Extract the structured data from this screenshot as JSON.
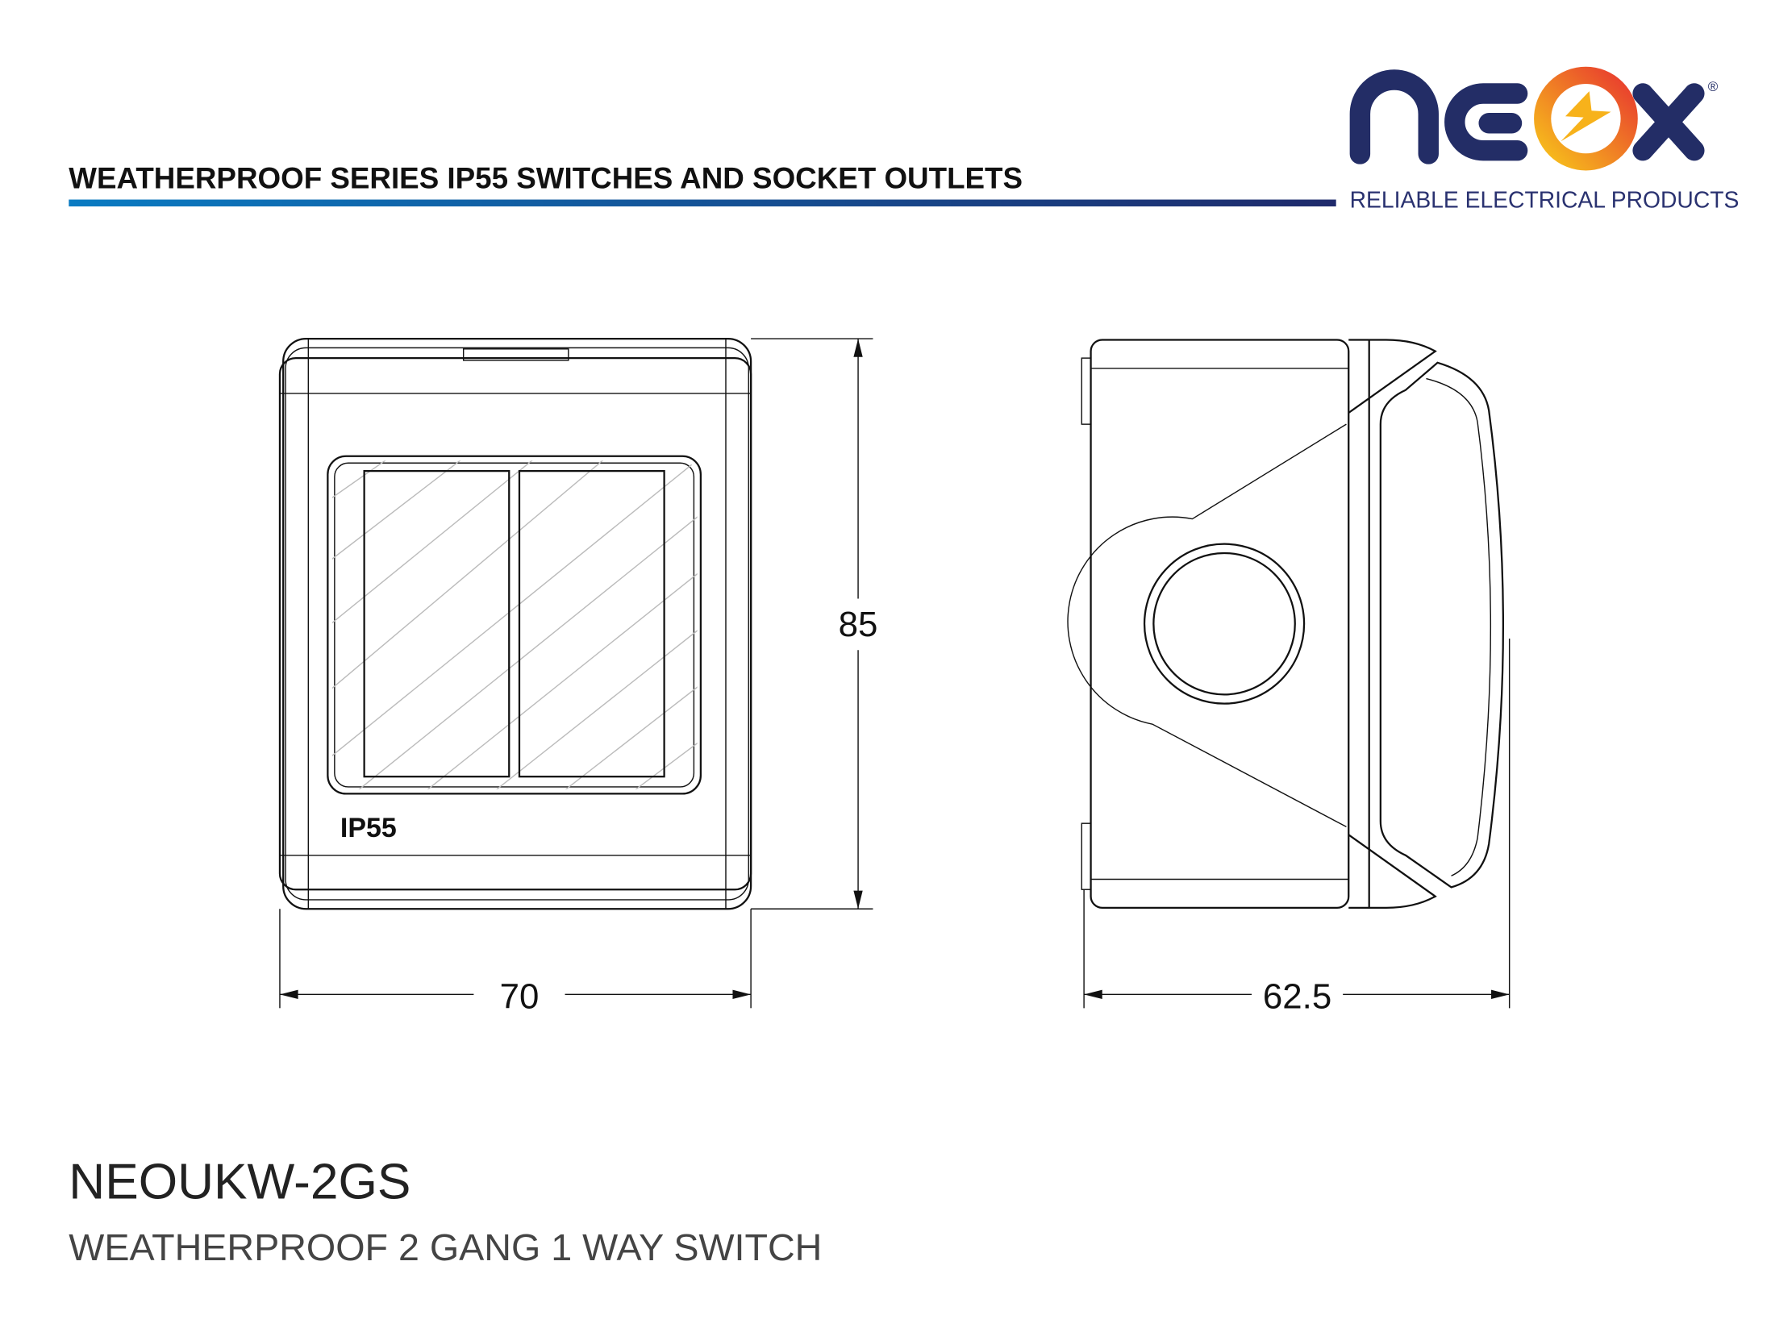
{
  "header": {
    "title": "WEATHERPROOF SERIES IP55 SWITCHES AND SOCKET OUTLETS",
    "accent_gradient": [
      "#0a7bc2",
      "#1f2a6b"
    ]
  },
  "logo": {
    "brand": "neox",
    "registered": "®",
    "tagline": "RELIABLE ELECTRICAL PRODUCTS",
    "brand_color": "#232d66",
    "flame_colors": [
      "#f7c21b",
      "#e8392f"
    ]
  },
  "drawing": {
    "front_label": "IP55",
    "dim_height": "85",
    "dim_width": "70",
    "dim_depth": "62.5"
  },
  "product": {
    "model": "NEOUKW-2GS",
    "description": "WEATHERPROOF 2 GANG 1 WAY SWITCH"
  }
}
